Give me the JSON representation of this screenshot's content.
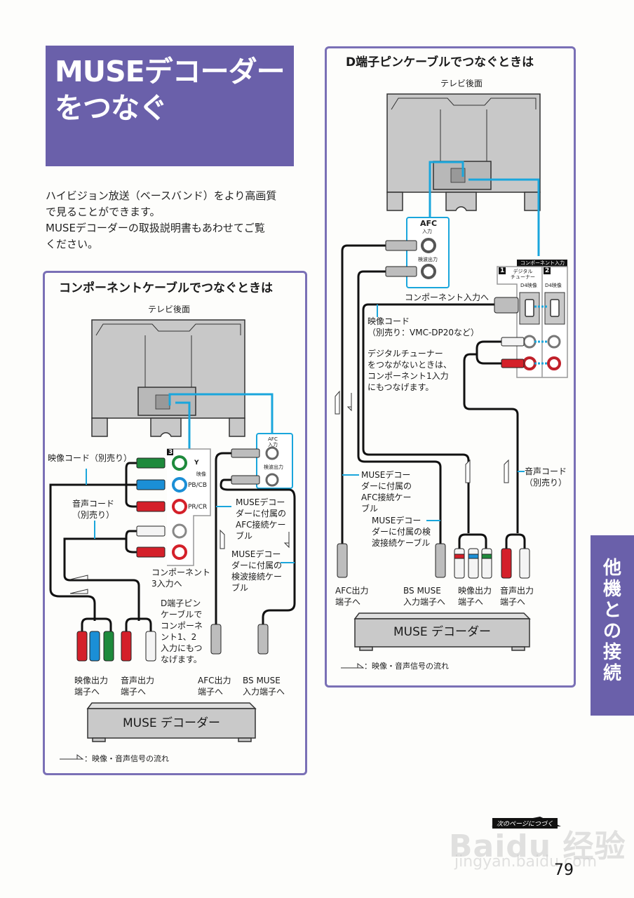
{
  "page": {
    "title": "MUSEデコーダーをつなぐ",
    "title_lines": [
      "MUSEデコーダー",
      "をつなぐ"
    ],
    "intro_lines": [
      "ハイビジョン放送（ベースバンド）をより高画質",
      "で見ることができます。",
      "MUSEデコーダーの取扱説明書もあわせてご覧",
      "ください。"
    ],
    "side_tab": "他機との接続",
    "next_page": "次のページにつづく",
    "page_number": "79",
    "watermark": "Baidu 经验",
    "watermark_url": "jingyan.baidu.com"
  },
  "colors": {
    "accent": "#6a60aa",
    "panel_border": "#7a70b6",
    "cable_blue": "#1aa6dc",
    "plug_green": "#1e8a3c",
    "plug_blue": "#1b8fd6",
    "plug_red": "#d4202a",
    "plug_white": "#f4f4f4",
    "plug_gray": "#bdbdbd",
    "tv_gray": "#c8c8c8"
  },
  "left_panel": {
    "title": "コンポーネントケーブルでつなぐときは",
    "tv_label": "テレビ後面",
    "video_cord": "映像コード（別売り）",
    "audio_cord": [
      "音声コード",
      "（別売り）"
    ],
    "input_number": "3",
    "jack_labels": {
      "y": "Y",
      "video": "映像",
      "pb": "PB/CB",
      "pr": "PR/CR"
    },
    "component3": [
      "コンポーネント",
      "3入力へ"
    ],
    "afc_box": {
      "afc_in": [
        "AFC",
        "入力"
      ],
      "detect_out": "検波出力"
    },
    "afc_cable": [
      "MUSEデコー",
      "ダーに付属の",
      "AFC接続ケー",
      "ブル"
    ],
    "detect_cable": [
      "MUSEデコー",
      "ダーに付属の",
      "検波接続ケー",
      "ブル"
    ],
    "d_pin_note": [
      "D端子ピン",
      "ケーブルで",
      "コンポーネ",
      "ント1、2",
      "入力にもつ",
      "なげます。"
    ],
    "plug_labels": [
      [
        "映像出力",
        "端子へ"
      ],
      [
        "音声出力",
        "端子へ"
      ],
      [
        "AFC出力",
        "端子へ"
      ],
      [
        "BS MUSE",
        "入力端子へ"
      ]
    ],
    "decoder": "MUSE デコーダー",
    "legend": "：映像・音声信号の流れ"
  },
  "right_panel": {
    "title": "D端子ピンケーブルでつなぐときは",
    "tv_label": "テレビ後面",
    "afc_box": {
      "afc": "AFC",
      "in": "入力",
      "detect_out": "検波出力"
    },
    "component_header": "コンポーネント入力",
    "input1": "1",
    "input1_sub": [
      "デジタル",
      "チューナー"
    ],
    "input2": "2",
    "d4_label": "D4映像",
    "component_in": "コンポーネント入力へ",
    "video_cord": [
      "映像コード",
      "（別売り：VMC-DP20など）"
    ],
    "digital_note": [
      "デジタルチューナー",
      "をつながないときは、",
      "コンポーネント1入力",
      "にもつなげます。"
    ],
    "afc_cable": [
      "MUSEデコー",
      "ダーに付属の",
      "AFC接続ケー",
      "ブル"
    ],
    "detect_cable": [
      "MUSEデコー",
      "ダーに付属の検",
      "波接続ケーブル"
    ],
    "audio_cord": [
      "音声コード",
      "（別売り）"
    ],
    "plug_labels": [
      [
        "AFC出力",
        "端子へ"
      ],
      [
        "BS MUSE",
        "入力端子へ"
      ],
      [
        "映像出力",
        "端子へ"
      ],
      [
        "音声出力",
        "端子へ"
      ]
    ],
    "decoder": "MUSE デコーダー",
    "legend": "：映像・音声信号の流れ"
  }
}
